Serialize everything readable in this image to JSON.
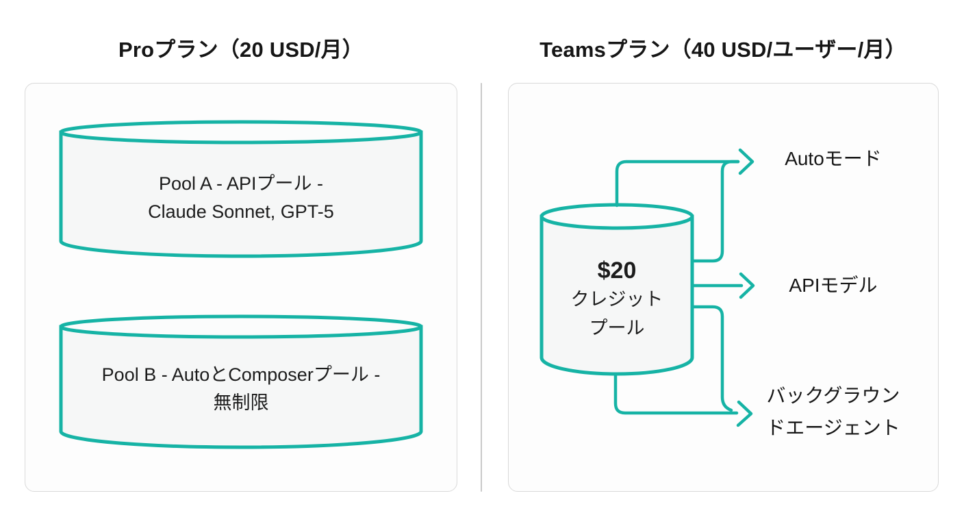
{
  "pro": {
    "title": "Proプラン（20 USD/月）",
    "pool_a": {
      "line1": "Pool A - APIプール -",
      "line2": "Claude Sonnet, GPT-5"
    },
    "pool_b": {
      "line1": "Pool B - AutoとComposerプール -",
      "line2": "無制限"
    }
  },
  "teams": {
    "title": "Teamsプラン（40 USD/ユーザー/月）",
    "credit_pool": {
      "amount": "$20",
      "line1": "クレジット",
      "line2": "プール"
    },
    "targets": {
      "auto": "Autoモード",
      "api": "APIモデル",
      "background_line1": "バックグラウン",
      "background_line2": "ドエージェント"
    }
  },
  "colors": {
    "accent_teal": "#16b3a5",
    "cylinder_fill": "#f6f7f7",
    "panel_background": "#fdfdfd",
    "panel_border": "#d9d9d9",
    "divider": "#c9c9c9",
    "text": "#1c1c1c"
  }
}
